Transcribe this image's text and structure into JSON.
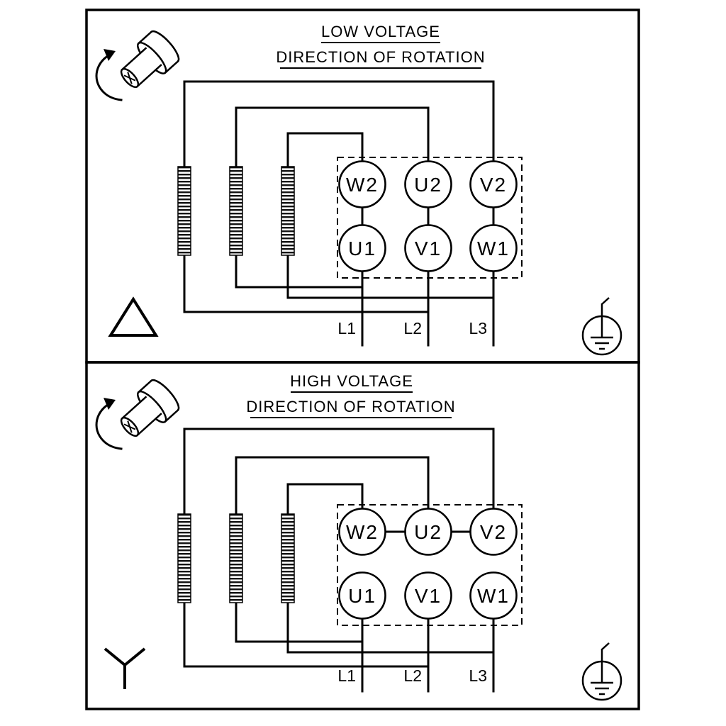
{
  "page": {
    "background": "#ffffff",
    "line_color": "#000000"
  },
  "panels": [
    {
      "title": "LOW VOLTAGE",
      "subtitle": "DIRECTION OF ROTATION",
      "connection_symbol": "delta-icon",
      "terminals_top": [
        "W2",
        "U2",
        "V2"
      ],
      "terminals_bottom": [
        "U1",
        "V1",
        "W1"
      ],
      "supply_labels": [
        "L1",
        "L2",
        "L3"
      ],
      "icons": [
        "shaft-rotation-icon",
        "rotation-arrow-icon",
        "delta-icon",
        "earth-ground-icon"
      ]
    },
    {
      "title": "HIGH VOLTAGE",
      "subtitle": "DIRECTION OF ROTATION",
      "connection_symbol": "wye-icon",
      "terminals_top": [
        "W2",
        "U2",
        "V2"
      ],
      "terminals_bottom": [
        "U1",
        "V1",
        "W1"
      ],
      "supply_labels": [
        "L1",
        "L2",
        "L3"
      ],
      "icons": [
        "shaft-rotation-icon",
        "rotation-arrow-icon",
        "wye-icon",
        "earth-ground-icon"
      ]
    }
  ]
}
